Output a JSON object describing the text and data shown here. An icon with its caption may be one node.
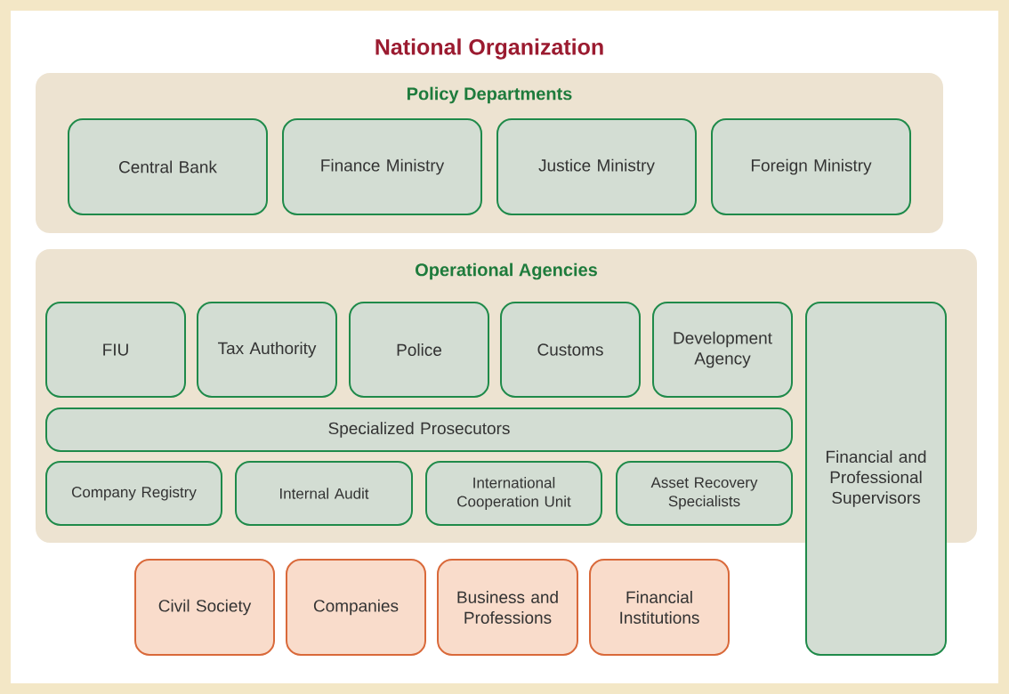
{
  "diagram": {
    "title": "National Organization",
    "nodes": [
      {
        "text": [
          "Policy Departments"
        ]
      },
      {
        "text": [
          "Central Bank"
        ],
        "in": 0
      },
      {
        "text": [
          "Finance Ministry"
        ],
        "in": 0
      },
      {
        "text": [
          "Justice Ministry"
        ],
        "in": 0
      },
      {
        "text": [
          "Foreign Ministry"
        ],
        "in": 0
      },
      {
        "text": [
          "Operational Agencies"
        ]
      },
      {
        "text": [
          "FIU"
        ],
        "in": 5
      },
      {
        "text": [
          "Tax Authority"
        ],
        "in": 5
      },
      {
        "text": [
          "Police"
        ],
        "in": 5
      },
      {
        "text": [
          "Customs"
        ],
        "in": 5
      },
      {
        "text": [
          "Development Agency"
        ],
        "in": 5
      },
      {
        "text": [
          "Specialized Prosecutors"
        ],
        "in": 5
      },
      {
        "text": [
          "Company Registry"
        ],
        "in": 5
      },
      {
        "text": [
          "Internal Audit"
        ],
        "in": 5
      },
      {
        "text": [
          "International Cooperation Unit"
        ],
        "in": 5
      },
      {
        "text": [
          "Asset Recovery Specialists"
        ],
        "in": 5
      },
      {
        "text": [
          "Financial and Professional Supervisors"
        ]
      },
      {
        "text": [
          "Civil Society"
        ]
      },
      {
        "text": [
          "Companies"
        ]
      },
      {
        "text": [
          "Business and Professions"
        ]
      },
      {
        "text": [
          "Financial Institutions"
        ]
      }
    ]
  }
}
